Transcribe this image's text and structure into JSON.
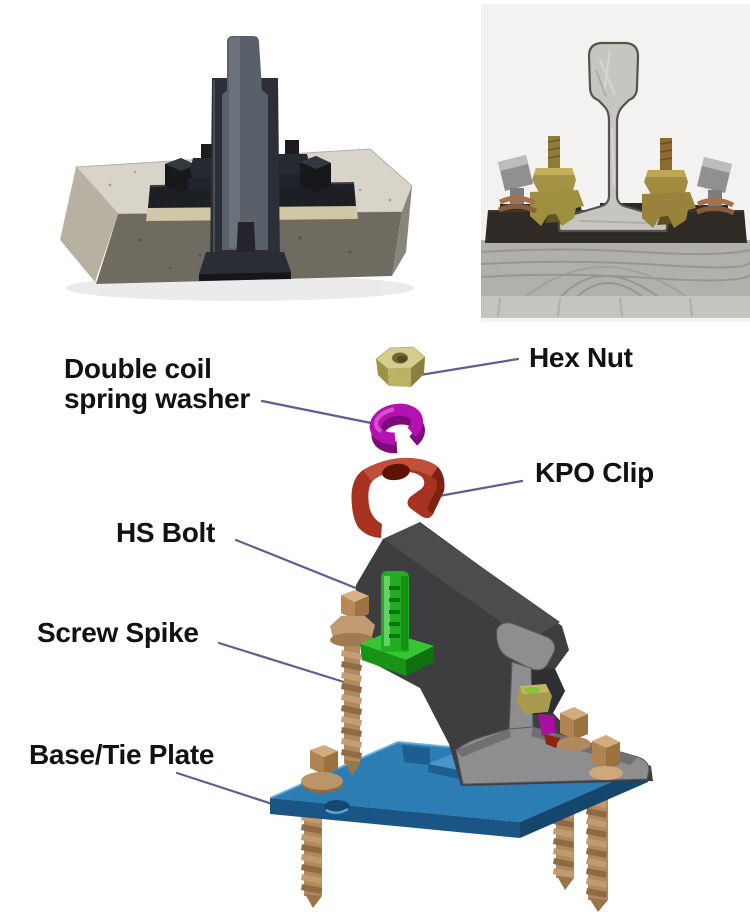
{
  "labels": {
    "double_coil": {
      "line1": "Double coil",
      "line2": "spring washer"
    },
    "hex_nut": "Hex Nut",
    "kpo_clip": "KPO Clip",
    "hs_bolt": "HS Bolt",
    "screw_spike": "Screw Spike",
    "base_tie_plate": "Base/Tie Plate"
  },
  "photos": {
    "left": "rail-on-concrete-sleeper-photo",
    "right": "rail-cross-section-on-wood-tie-photo"
  },
  "colors": {
    "label_text": "#121212",
    "leader": "#5c5f95",
    "hex_nut": "#d4cd8e",
    "spring_washer": "#b511b0",
    "kpo_clip": "#a83222",
    "rail_dark": "#3e3d3f",
    "rail_face": "#8e8d90",
    "hs_bolt": "#23ad23",
    "screw_spike": "#c09a70",
    "base_plate": "#2b7db4"
  }
}
